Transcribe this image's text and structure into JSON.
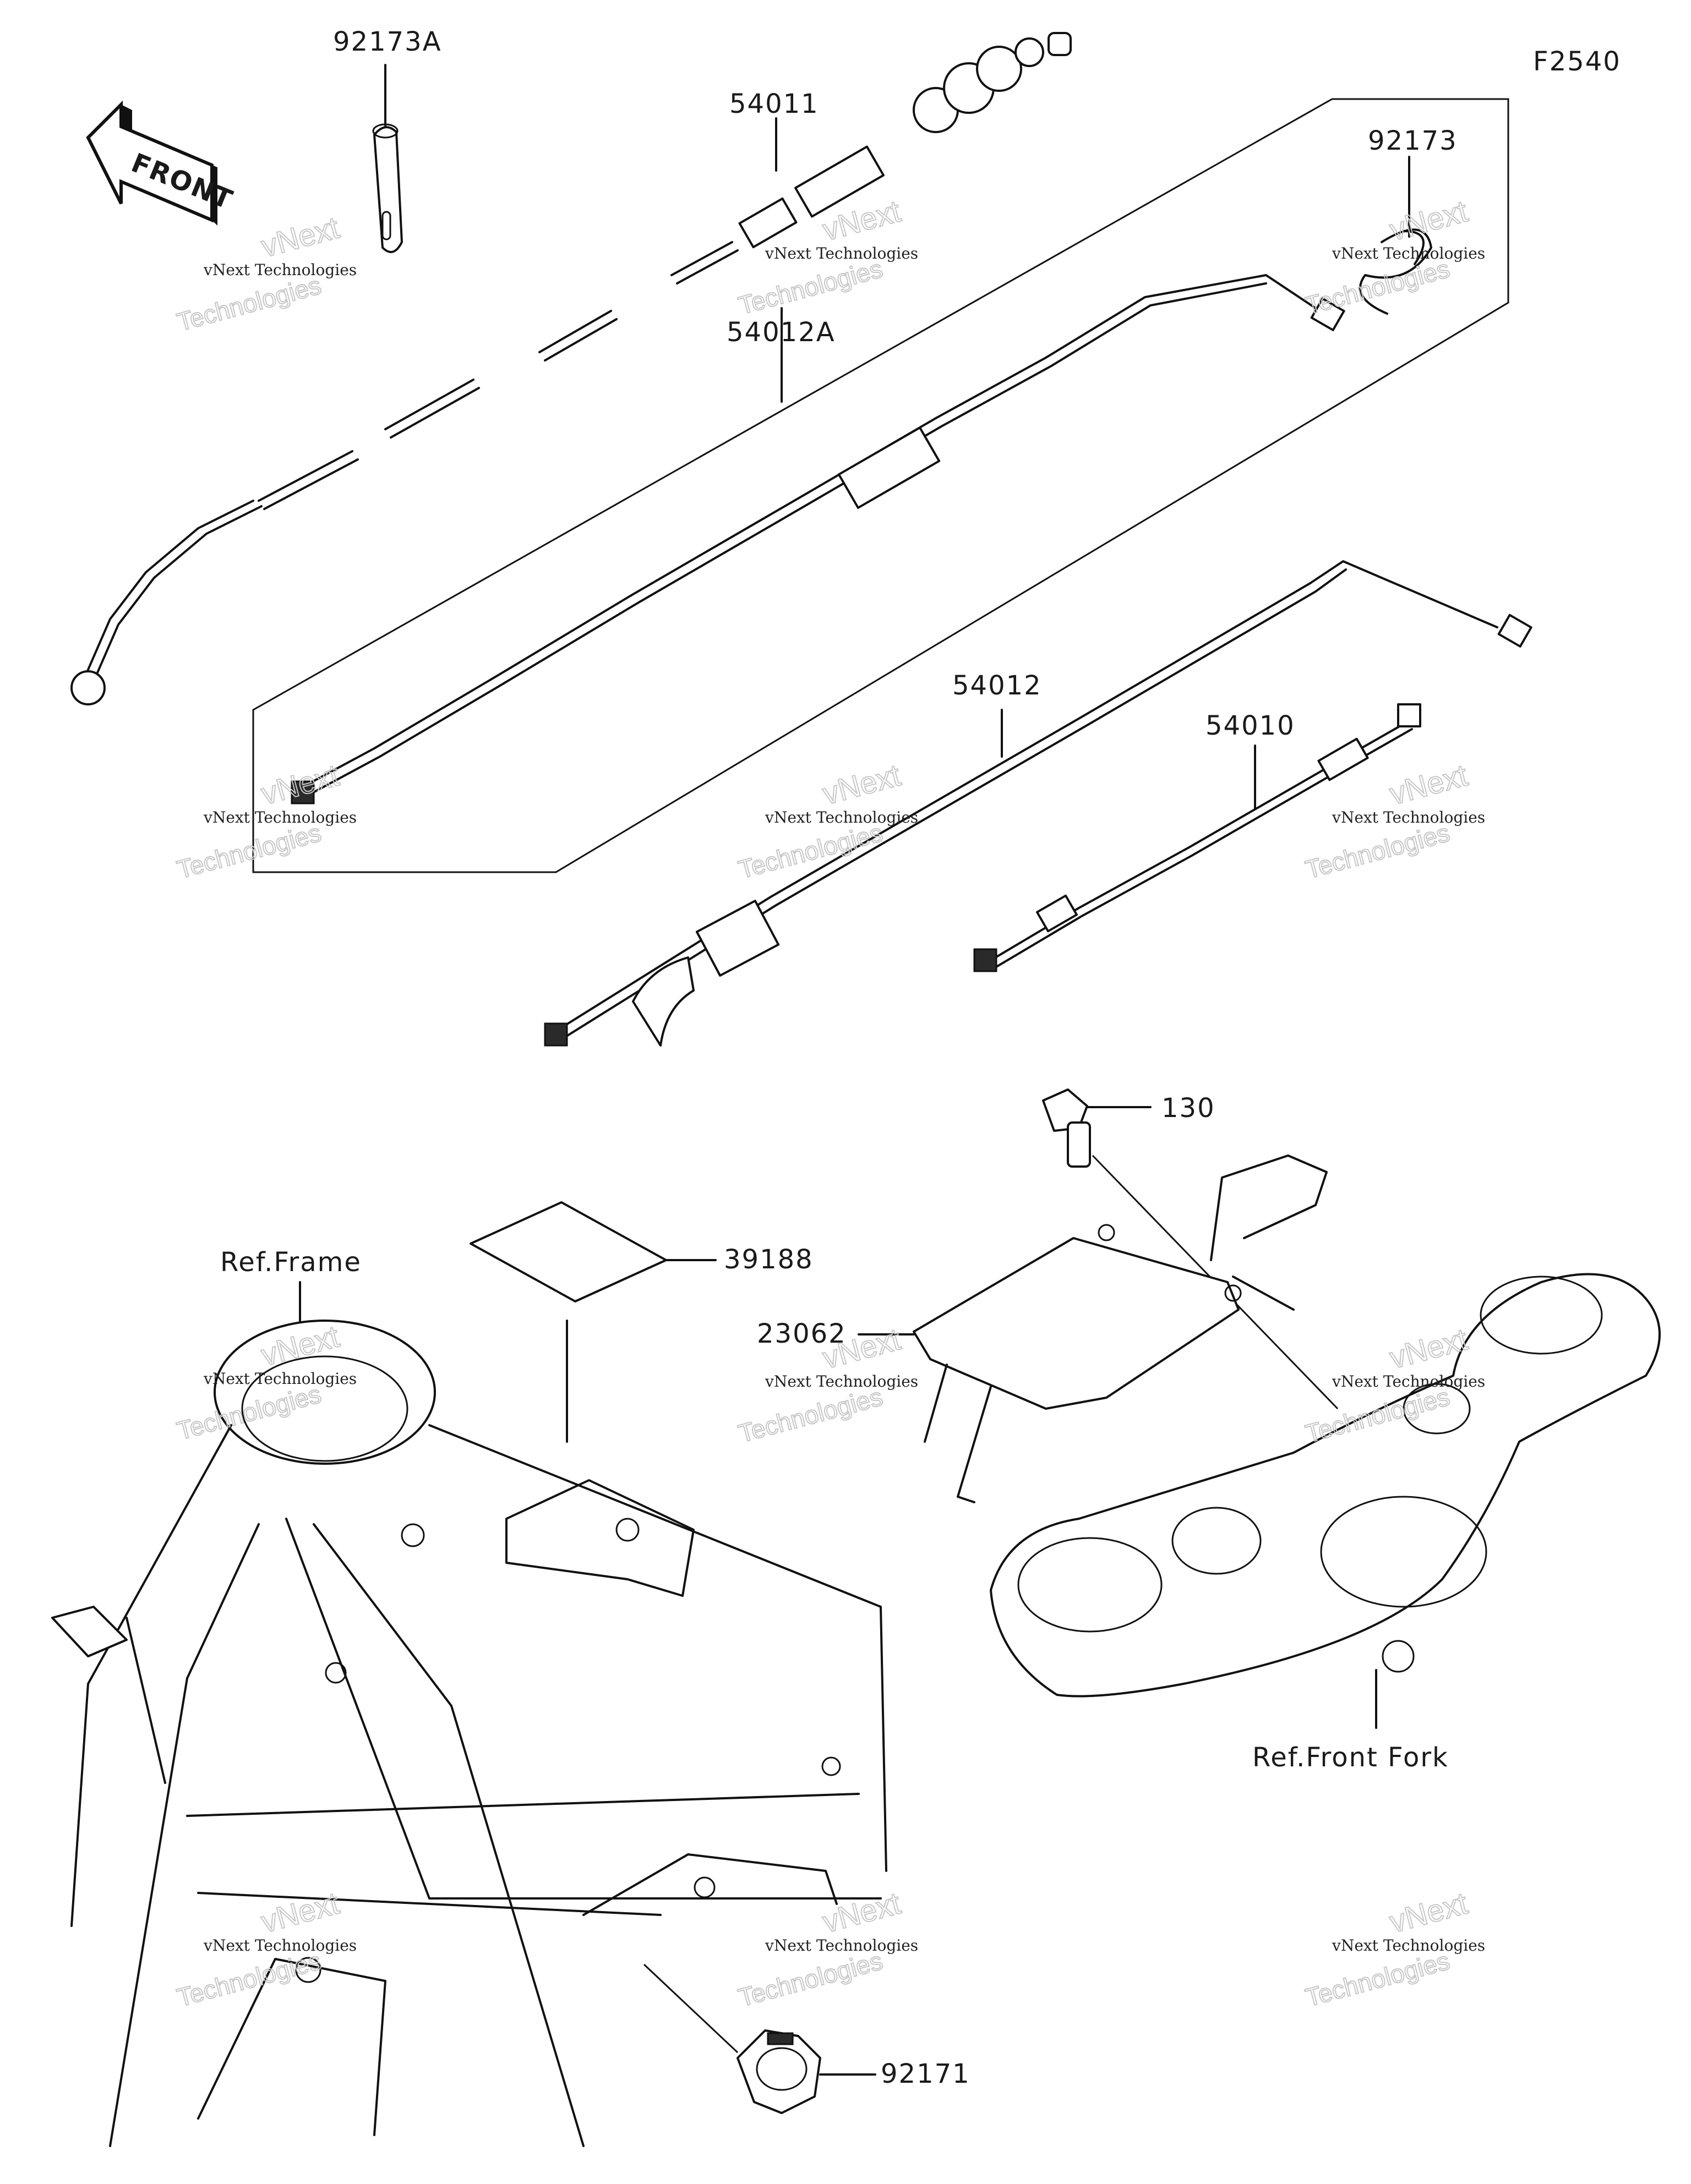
{
  "figure_code": "F2540",
  "front_arrow_label": "FRONT",
  "callouts": {
    "p92173A": "92173A",
    "p54011": "54011",
    "p92173": "92173",
    "p54012A": "54012A",
    "p54012": "54012",
    "p54010": "54010",
    "p130": "130",
    "p39188": "39188",
    "p23062": "23062",
    "p92171": "92171",
    "ref_frame": "Ref.Frame",
    "ref_front_fork": "Ref.Front Fork"
  },
  "watermark": {
    "company": "vNext Technologies",
    "brand": "vNext",
    "word": "Technologies"
  }
}
